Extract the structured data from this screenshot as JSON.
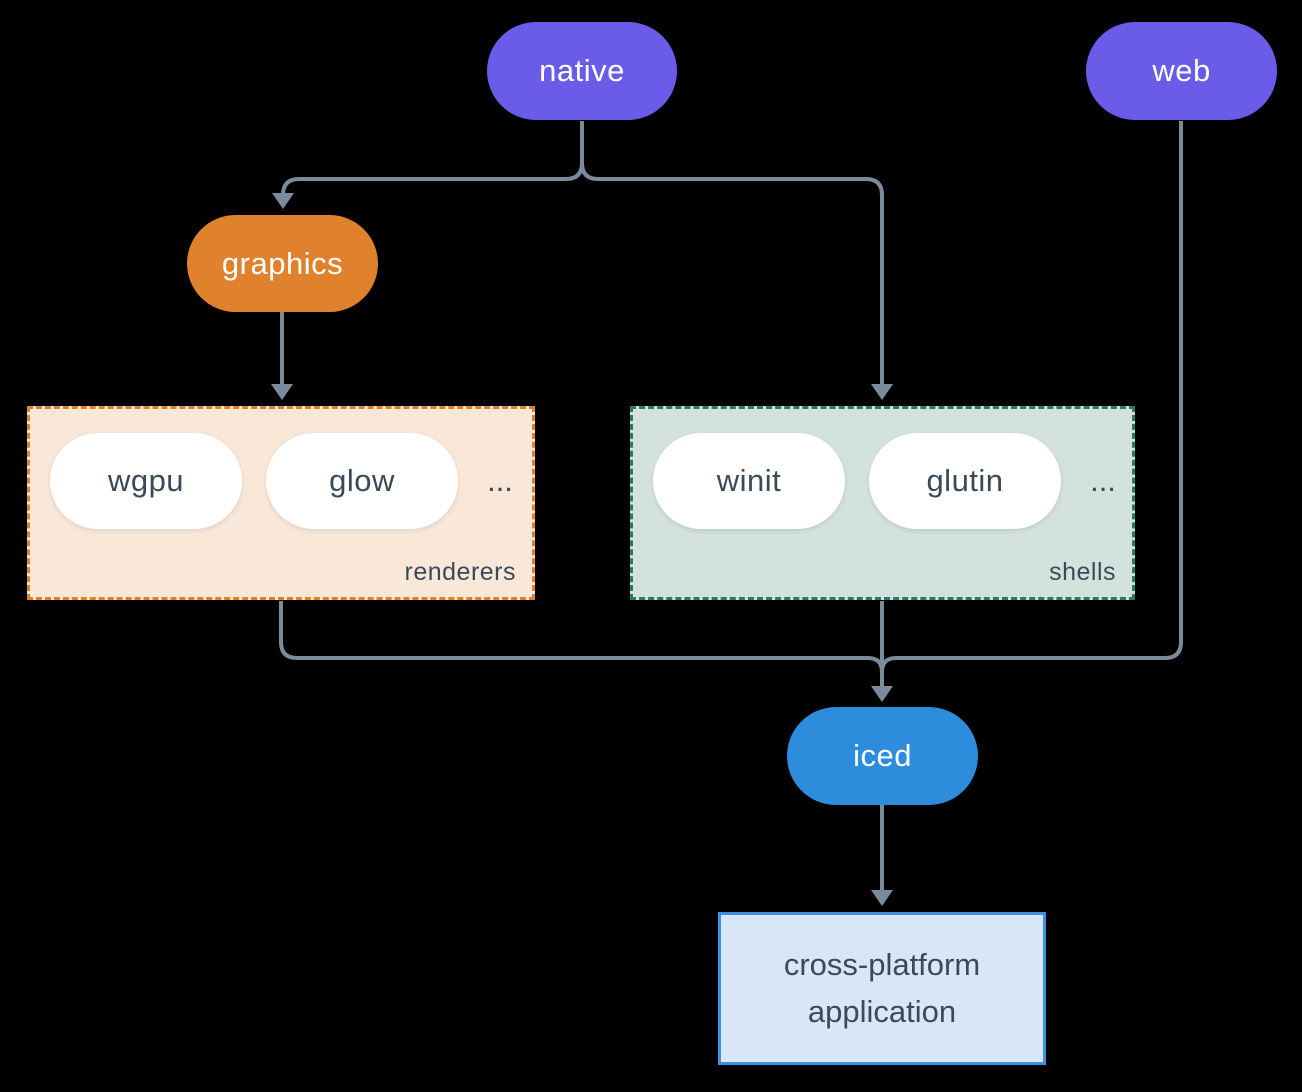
{
  "nodes": {
    "native": {
      "label": "native"
    },
    "web": {
      "label": "web"
    },
    "graphics": {
      "label": "graphics"
    },
    "iced": {
      "label": "iced"
    },
    "application": {
      "label": "cross-platform application"
    }
  },
  "groups": {
    "renderers": {
      "label": "renderers",
      "ellipsis": "...",
      "items": [
        {
          "label": "wgpu"
        },
        {
          "label": "glow"
        }
      ]
    },
    "shells": {
      "label": "shells",
      "ellipsis": "...",
      "items": [
        {
          "label": "winit"
        },
        {
          "label": "glutin"
        }
      ]
    }
  },
  "colors": {
    "background": "#000000",
    "platform_node": "#6a5be8",
    "graphics_node": "#e0812e",
    "iced_node": "#2d8cdb",
    "library_node": "#ffffff",
    "renderers_fill": "#f9e7d8",
    "renderers_border": "#e0812e",
    "shells_fill": "#d3e2dc",
    "shells_border": "#2a7a6a",
    "application_fill": "#d8e7f8",
    "application_border": "#3e8ee2",
    "connector": "#7a8b9c",
    "dark_text": "#3b4a59"
  }
}
